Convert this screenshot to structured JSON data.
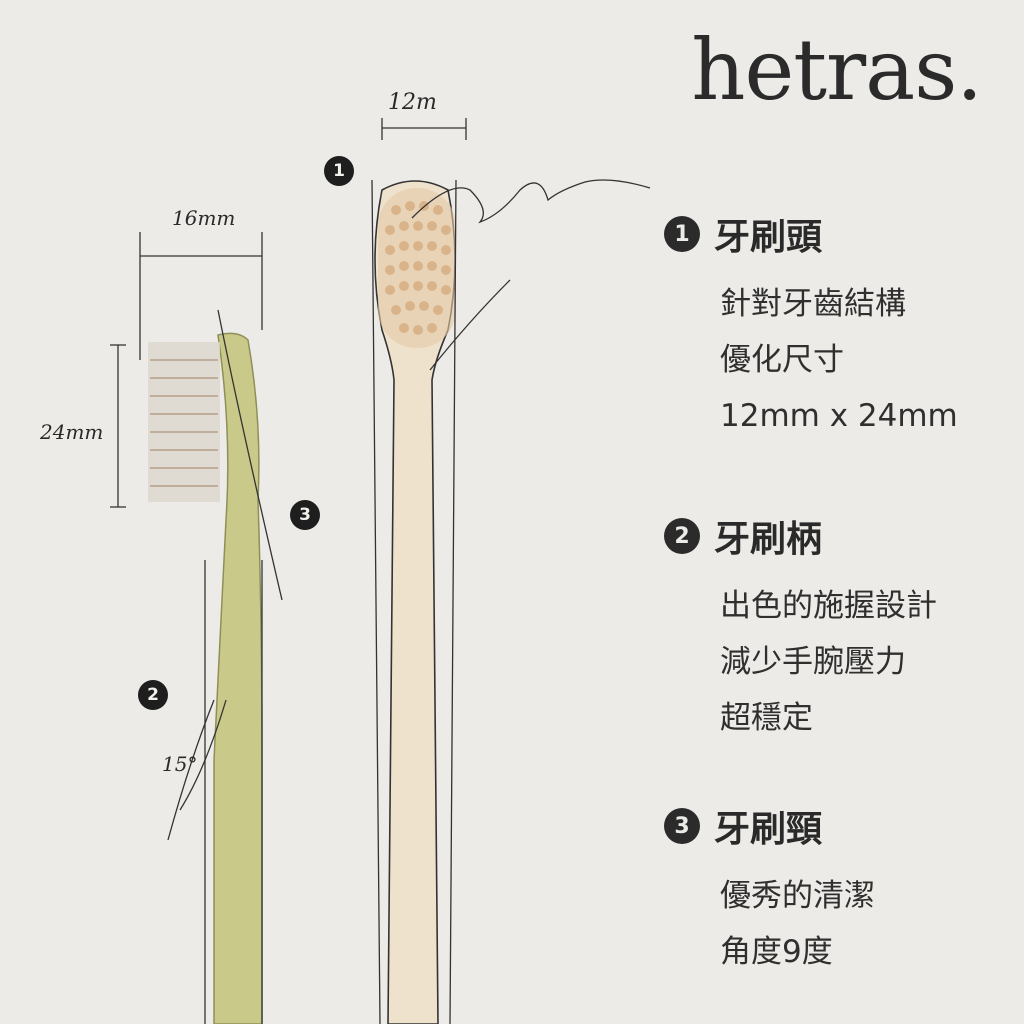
{
  "brand": "hetras.",
  "sketch_labels": {
    "width_front": "12m",
    "width_side": "16mm",
    "height_side": "24mm",
    "angle": "15°"
  },
  "markers": [
    "1",
    "2",
    "3"
  ],
  "features": [
    {
      "number": "1",
      "title": "牙刷頭",
      "lines": [
        "針對牙齒結構",
        "優化尺寸",
        "12mm x 24mm"
      ]
    },
    {
      "number": "2",
      "title": "牙刷柄",
      "lines": [
        "出色的施握設計",
        "減少手腕壓力",
        "超穩定"
      ]
    },
    {
      "number": "3",
      "title": "牙刷頸",
      "lines": [
        "優秀的清潔",
        "角度9度"
      ]
    }
  ],
  "colors": {
    "background": "#ecebe7",
    "side_brush": "#c9c98a",
    "front_brush": "#efe2cd",
    "bristle": "#d9b48a"
  }
}
